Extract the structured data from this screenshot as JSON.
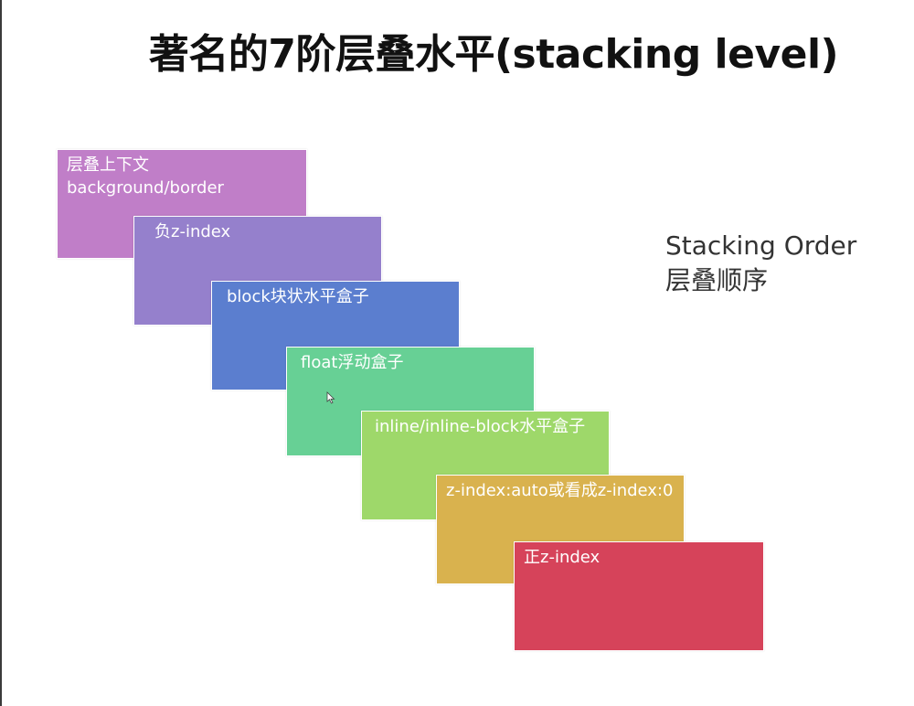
{
  "title": "著名的7阶层叠水平(stacking level)",
  "side_note": {
    "line1": "Stacking Order",
    "line2": "层叠顺序"
  },
  "layers": [
    {
      "lines": [
        "层叠上下文",
        "background/border"
      ],
      "color": "#c07ec8"
    },
    {
      "lines": [
        "负z-index"
      ],
      "color": "#9580cc"
    },
    {
      "lines": [
        "block块状水平盒子"
      ],
      "color": "#5b7ecf"
    },
    {
      "lines": [
        "float浮动盒子"
      ],
      "color": "#67d095"
    },
    {
      "lines": [
        "inline/inline-block水平盒子"
      ],
      "color": "#9ed86a"
    },
    {
      "lines": [
        "z-index:auto或看成z-index:0"
      ],
      "color": "#d9b24e"
    },
    {
      "lines": [
        "正z-index"
      ],
      "color": "#d6435a"
    }
  ],
  "cursor_icon": "arrow-cursor-icon"
}
